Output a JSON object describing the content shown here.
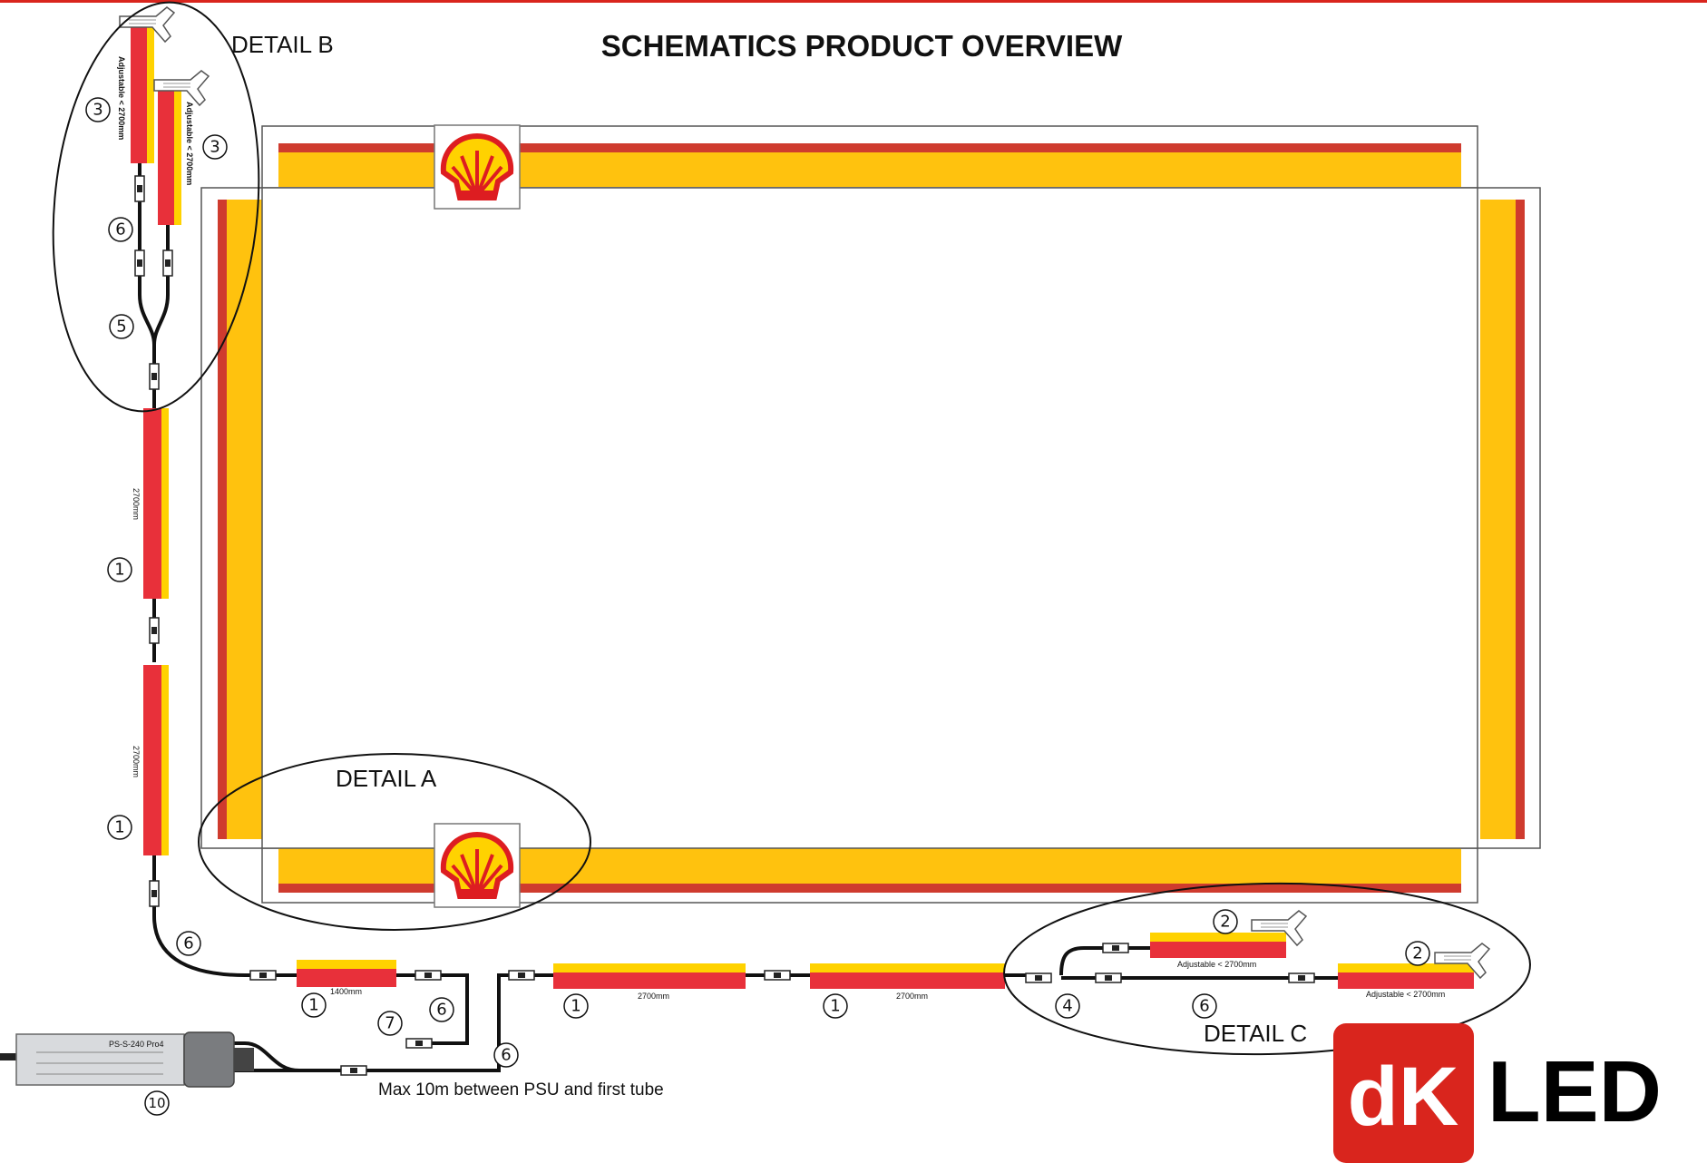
{
  "title": "SCHEMATICS PRODUCT OVERVIEW",
  "details": {
    "a": "DETAIL A",
    "b": "DETAIL B",
    "c": "DETAIL C"
  },
  "tube_labels": {
    "len_2700": "2700mm",
    "len_1400": "1400mm",
    "adjustable": "Adjustable < 2700mm"
  },
  "psu_note": "Max 10m between PSU and first tube",
  "psu_label_text": "PS-S-240 Pro4",
  "numbers": {
    "n1": "1",
    "n2": "2",
    "n3": "3",
    "n4": "4",
    "n5": "5",
    "n6": "6",
    "n7": "7",
    "n10": "10"
  },
  "logo": {
    "mark": "dK",
    "word": "LED"
  },
  "colors": {
    "red": "#e8303a",
    "yellow": "#ffd200",
    "frame_yellow": "#ffc20e",
    "frame_red": "#cf3b2e",
    "brand_red": "#d9251d"
  }
}
